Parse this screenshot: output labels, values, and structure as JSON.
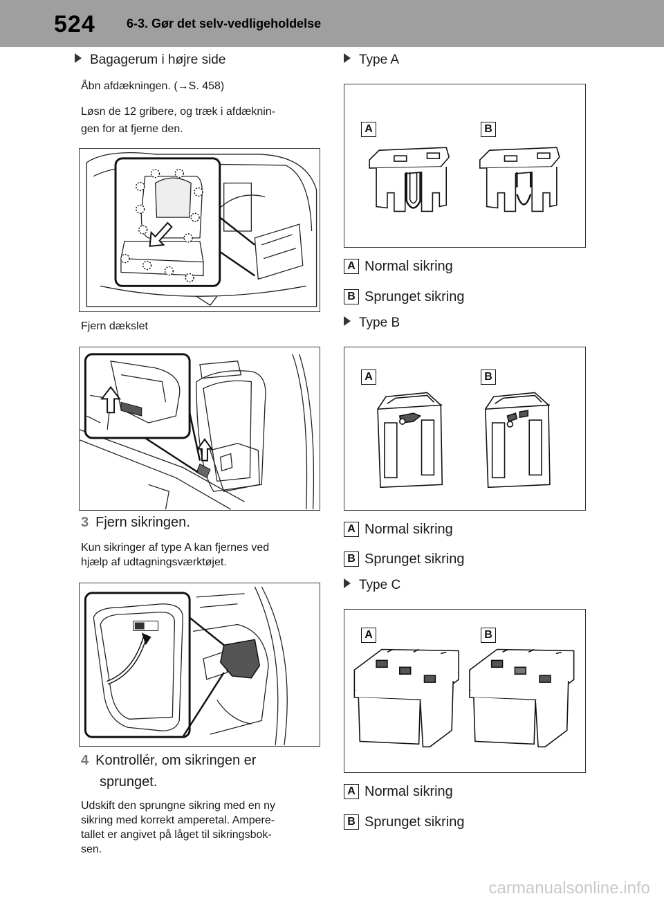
{
  "header": {
    "page_number": "524",
    "section_title": "6-3. Gør det selv-vedligeholdelse"
  },
  "left": {
    "bullet_heading": "Bagagerum i højre side",
    "para1": "Åbn afdækningen. (→S. 458)",
    "para2_line1": "Løsn de 12 gribere, og træk i afdæknin-",
    "para2_line2": "gen for at fjerne den.",
    "caption_cover": "Fjern dækslet",
    "step3": {
      "number": "3",
      "text": "Fjern sikringen."
    },
    "step3_note_line1": "Kun sikringer af type A kan fjernes ved",
    "step3_note_line2": "hjælp af udtagningsværktøjet.",
    "step4": {
      "number": "4",
      "line1": "Kontrollér, om sikringen er",
      "line2": "sprunget."
    },
    "step4_note_lines": [
      "Udskift den sprungne sikring med en ny",
      "sikring med korrekt amperetal. Ampere-",
      "tallet er angivet på låget til sikringsbok-",
      "sen."
    ]
  },
  "right": {
    "types": [
      {
        "heading": "Type A",
        "tag_a": "A",
        "tag_b": "B",
        "legend_a": "Normal sikring",
        "legend_b": "Sprunget sikring"
      },
      {
        "heading": "Type B",
        "tag_a": "A",
        "tag_b": "B",
        "legend_a": "Normal sikring",
        "legend_b": "Sprunget sikring"
      },
      {
        "heading": "Type C",
        "tag_a": "A",
        "tag_b": "B",
        "legend_a": "Normal sikring",
        "legend_b": "Sprunget sikring"
      }
    ]
  },
  "watermark": "carmanualsonline.info",
  "icons": {
    "bullet": "triangle-right-icon",
    "arrow": "arrow-right-icon"
  },
  "colors": {
    "header_band": "#9f9f9f",
    "step_number": "#777777",
    "watermark": "#c8c8c8"
  }
}
